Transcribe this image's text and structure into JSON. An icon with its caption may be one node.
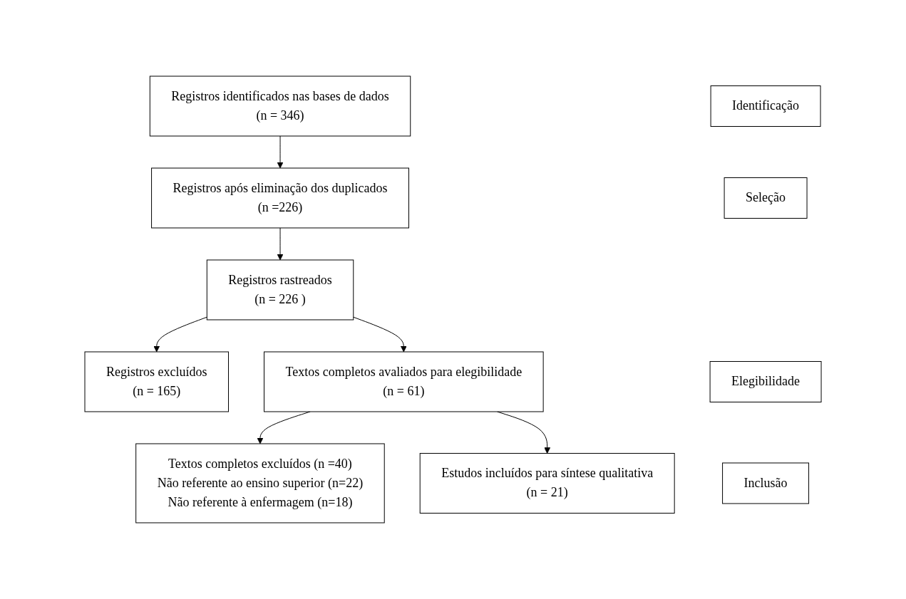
{
  "diagram": {
    "nodes": [
      {
        "text": [
          "Identificação"
        ]
      },
      {
        "text": [
          "Registros identificados nas bases de dados",
          "(n = 346)"
        ]
      },
      {
        "text": [
          "Seleção"
        ]
      },
      {
        "text": [
          "Registros após eliminação dos duplicados",
          "(n =226)"
        ]
      },
      {
        "text": [
          "Registros rastreados",
          "(n = 226 )"
        ]
      },
      {
        "text": [
          "Registros excluídos",
          "(n = 165)"
        ]
      },
      {
        "text": [
          "Elegibilidade"
        ]
      },
      {
        "text": [
          "Textos completos avaliados para elegibilidade",
          "(n = 61)"
        ]
      },
      {
        "text": [
          "Textos completos excluídos (n =40)",
          "Não referente ao ensino superior (n=22)",
          "Não referente à enfermagem (n=18)"
        ]
      },
      {
        "text": [
          "Inclusão"
        ]
      },
      {
        "text": [
          "Estudos incluídos para síntese qualitativa",
          "(n = 21)"
        ]
      }
    ],
    "edges": [
      {
        "from": 1,
        "to": 3,
        "arrow": "to"
      },
      {
        "from": 3,
        "to": 4,
        "arrow": "to"
      },
      {
        "from": 4,
        "to": 5,
        "arrow": "to"
      },
      {
        "from": 4,
        "to": 7,
        "arrow": "to"
      },
      {
        "from": 7,
        "to": 8,
        "arrow": "to"
      },
      {
        "from": 7,
        "to": 10,
        "arrow": "to"
      }
    ]
  }
}
